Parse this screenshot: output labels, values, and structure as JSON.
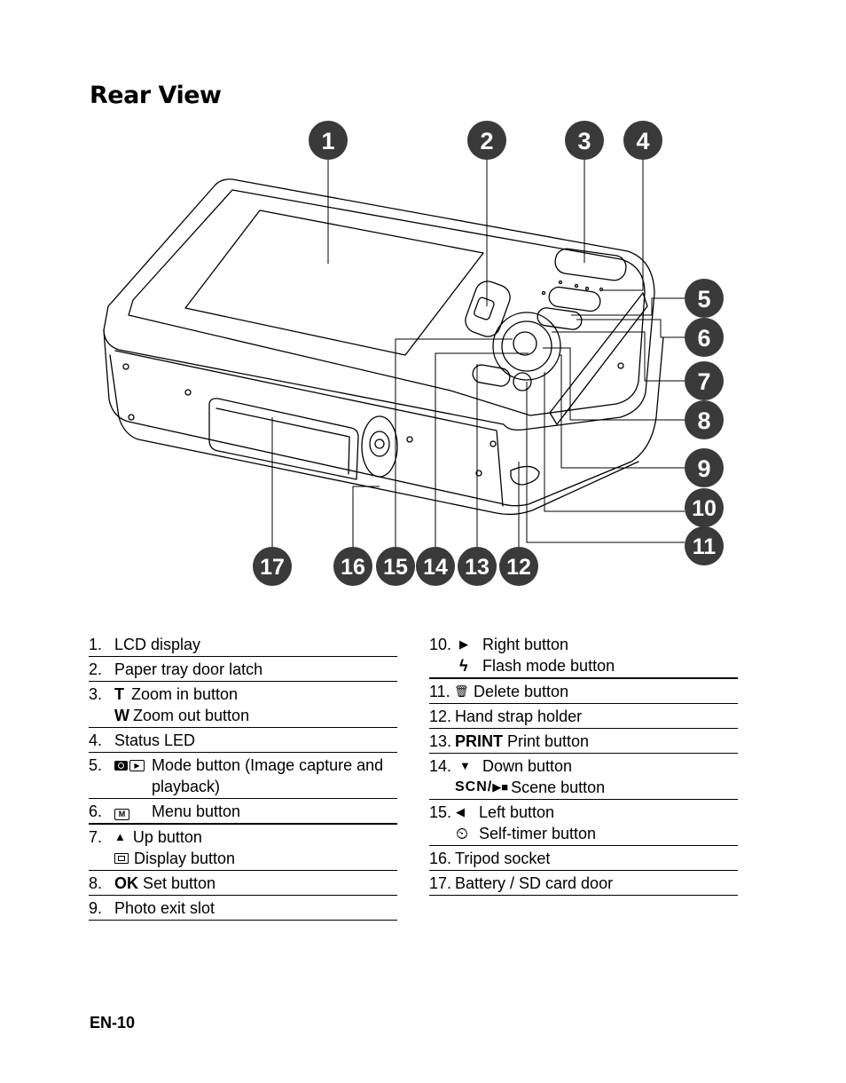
{
  "heading": "Rear View",
  "callouts": [
    "1",
    "2",
    "3",
    "4",
    "5",
    "6",
    "7",
    "8",
    "9",
    "10",
    "11",
    "12",
    "13",
    "14",
    "15",
    "16",
    "17"
  ],
  "items_left": [
    {
      "num": "1.",
      "lines": [
        {
          "text": "LCD display"
        }
      ]
    },
    {
      "num": "2.",
      "lines": [
        {
          "text": "Paper tray door latch"
        }
      ]
    },
    {
      "num": "3.",
      "lines": [
        {
          "prefix": "T",
          "text": "Zoom in button"
        },
        {
          "prefix": "W",
          "text": "Zoom out button"
        }
      ]
    },
    {
      "num": "4.",
      "lines": [
        {
          "text": "Status LED"
        }
      ]
    },
    {
      "num": "5.",
      "lines": [
        {
          "icon": "camera-playback-icon",
          "text": "Mode button  (Image capture and"
        },
        {
          "text": "playback)"
        }
      ]
    },
    {
      "num": "6.",
      "lines": [
        {
          "icon": "menu-m-icon",
          "icon_text": "M",
          "text": "Menu button"
        }
      ]
    },
    {
      "num": "7.",
      "lines": [
        {
          "symbol": "▲",
          "text": "Up button"
        },
        {
          "icon": "display-icon",
          "text": "Display button"
        }
      ]
    },
    {
      "num": "8.",
      "lines": [
        {
          "prefix": "OK",
          "text": "Set button"
        }
      ]
    },
    {
      "num": "9.",
      "lines": [
        {
          "text": "Photo exit slot"
        }
      ]
    }
  ],
  "items_right": [
    {
      "num": "10.",
      "lines": [
        {
          "symbol": "▶",
          "text": "Right button"
        },
        {
          "symbol": "ϟ",
          "text": "Flash mode button"
        }
      ]
    },
    {
      "num": "11.",
      "lines": [
        {
          "icon": "trash-icon",
          "symbol": "🗑",
          "text": "Delete button"
        }
      ]
    },
    {
      "num": "12.",
      "lines": [
        {
          "text": "Hand strap holder"
        }
      ]
    },
    {
      "num": "13.",
      "lines": [
        {
          "prefix": "PRINT",
          "text": "Print button"
        }
      ]
    },
    {
      "num": "14.",
      "lines": [
        {
          "symbol": "▼",
          "text": "Down button"
        },
        {
          "prefix": "SCN/",
          "text": "Scene button"
        }
      ]
    },
    {
      "num": "15.",
      "lines": [
        {
          "symbol": "◀",
          "text": "Left button"
        },
        {
          "symbol": "⏲",
          "text": "Self-timer button"
        }
      ]
    },
    {
      "num": "16.",
      "lines": [
        {
          "text": "Tripod socket"
        }
      ]
    },
    {
      "num": "17.",
      "lines": [
        {
          "text": "Battery / SD card door"
        }
      ]
    }
  ],
  "footer": "EN-10"
}
